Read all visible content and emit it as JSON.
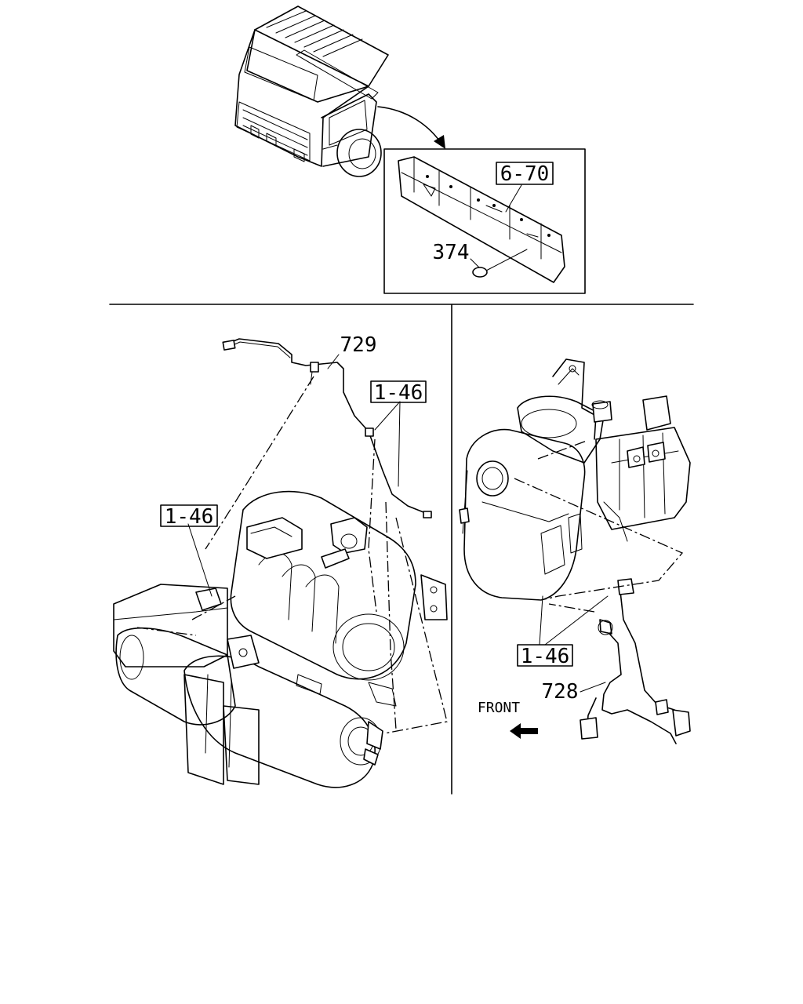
{
  "callouts": {
    "frame_ref": "6-70",
    "frame_part": "374",
    "harness_left": "729",
    "clip_left_upper": "1-46",
    "clip_left_lower": "1-46",
    "clip_right": "1-46",
    "harness_right": "728"
  },
  "orientation": {
    "front_label": "FRONT"
  }
}
